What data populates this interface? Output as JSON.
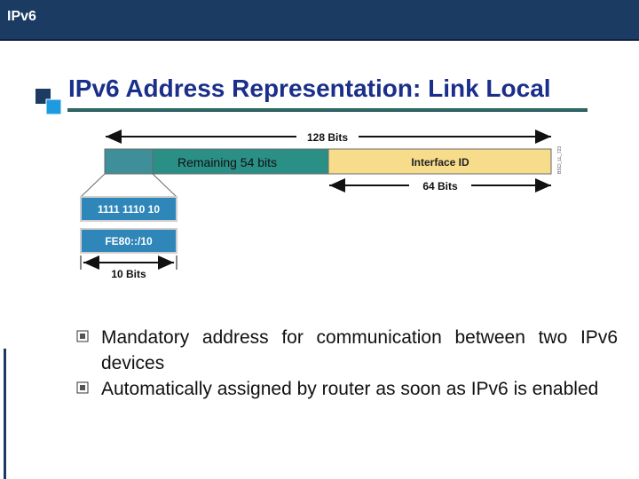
{
  "header": {
    "title": "IPv6"
  },
  "slide": {
    "title": "IPv6 Address Representation: Link Local"
  },
  "diagram": {
    "total_bits_label": "128 Bits",
    "remaining_label": "Remaining 54 bits",
    "interface_id_label": "Interface ID",
    "interface_bits_label": "64 Bits",
    "prefix_binary": "1111 1110 10",
    "prefix_hex": "FE80::/10",
    "prefix_bits_label": "10 Bits",
    "figure_id": "BSCI_LL_723",
    "colors": {
      "prefix": "#3f8f9a",
      "remaining": "#2a8f85",
      "interface": "#f7dc8c",
      "boxes": "#2e86b9"
    }
  },
  "bullets": [
    {
      "text": "Mandatory address for communication between two IPv6 devices"
    },
    {
      "text": "Automatically assigned by router as soon as IPv6 is enabled"
    }
  ]
}
